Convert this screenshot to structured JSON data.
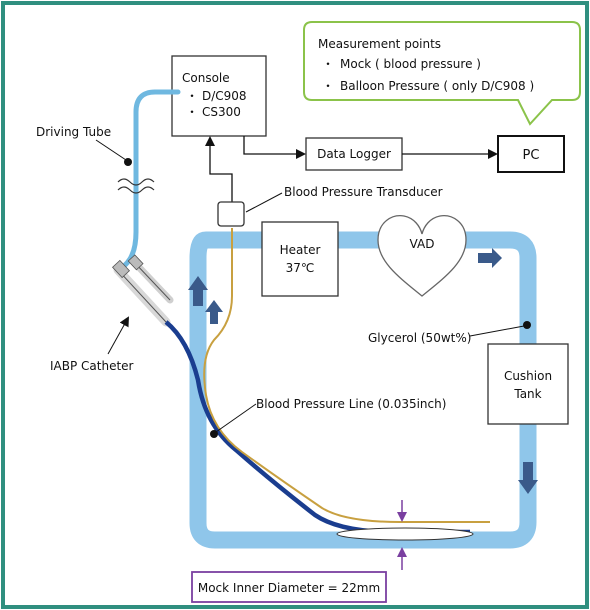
{
  "callout": {
    "title": "Measurement points",
    "items": [
      "Mock ( blood pressure )",
      "Balloon Pressure ( only D/C908 )"
    ]
  },
  "console": {
    "title": "Console",
    "items": [
      "D/C908",
      "CS300"
    ]
  },
  "data_logger": "Data Logger",
  "pc": "PC",
  "transducer_label": "Blood Pressure Transducer",
  "driving_tube_label": "Driving Tube",
  "heater": {
    "line1": "Heater",
    "line2": "37℃"
  },
  "vad": "VAD",
  "glycerol_label": "Glycerol (50wt%)",
  "cushion_tank": {
    "line1": "Cushion",
    "line2": "Tank"
  },
  "iabp_label": "IABP Catheter",
  "bp_line_label": "Blood Pressure Line (0.035inch)",
  "inner_diameter_label": "Mock Inner Diameter = 22mm",
  "colors": {
    "frame": "#2f8f7f",
    "loop": "#8fc6ea",
    "tube": "#6fb8e0",
    "callout_border": "#8bc34a",
    "diameter_border": "#7a3fa0",
    "arrow_blue": "#3a5a8a",
    "bp_line": "#c8a040",
    "catheter": "#1a3d8f"
  }
}
